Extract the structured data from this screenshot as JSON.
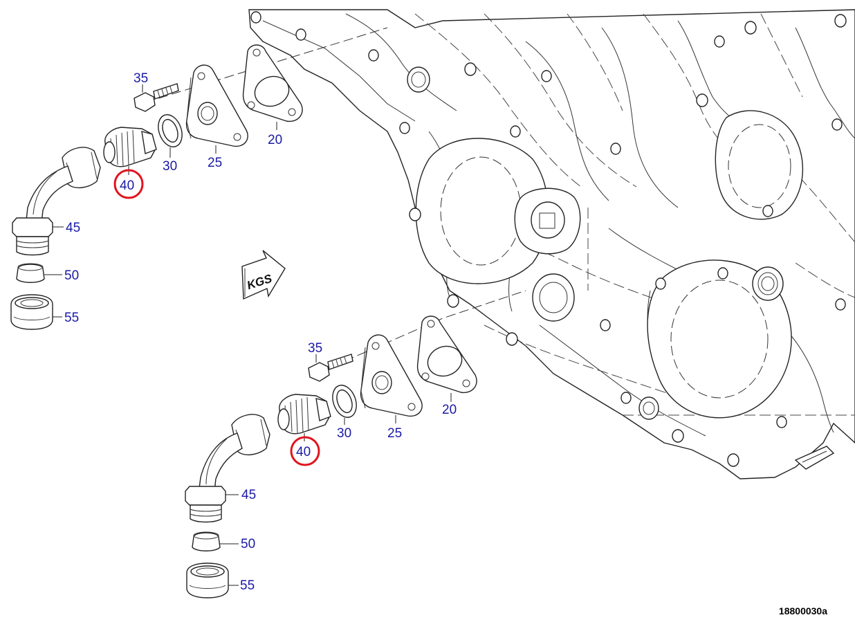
{
  "labels": {
    "p20": "20",
    "p25": "25",
    "p30": "30",
    "p35": "35",
    "p40": "40",
    "p45": "45",
    "p50": "50",
    "p55": "55"
  },
  "kgs_marker": "KGS",
  "drawing_id": "18800030a",
  "highlight_color": "#e0141e",
  "label_color": "#1a1aa6"
}
